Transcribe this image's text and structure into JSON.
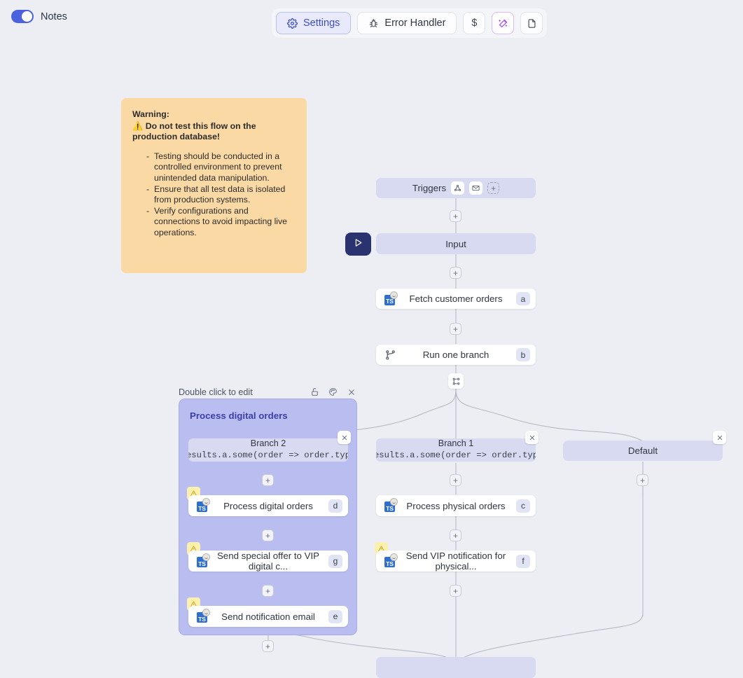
{
  "topbar": {
    "notes_toggle": {
      "label": "Notes",
      "enabled": true,
      "accent": "#4a61e0"
    },
    "buttons": [
      {
        "name": "settings",
        "label": "Settings",
        "icon": "gear-icon",
        "active": true
      },
      {
        "name": "error-handler",
        "label": "Error Handler",
        "icon": "bug-icon",
        "active": false
      },
      {
        "name": "cost",
        "label": "$",
        "icon": "dollar-icon",
        "active": false
      },
      {
        "name": "magic",
        "label": "",
        "icon": "magic-wand-icon",
        "active": false,
        "accent": "#a855f7"
      },
      {
        "name": "docs",
        "label": "",
        "icon": "file-icon",
        "active": false
      }
    ]
  },
  "note": {
    "heading": "Warning:",
    "subheading": "Do not test this flow on the production database!",
    "warning_emoji": "⚠️",
    "bullets": [
      "Testing should be conducted in a controlled environment to prevent unintended data manipulation.",
      "Ensure that all test data is isolated from production systems.",
      "Verify configurations and connections to avoid impacting live operations."
    ],
    "color": "#fbd9a5"
  },
  "flow": {
    "triggers": {
      "label": "Triggers",
      "icons": [
        "webhook-icon",
        "mail-icon"
      ],
      "add_label": "+"
    },
    "input": {
      "label": "Input",
      "run_icon": "play-icon"
    },
    "fetch": {
      "label": "Fetch customer orders",
      "badge": "a",
      "icon": "typescript-icon"
    },
    "run_one_branch": {
      "label": "Run one branch",
      "badge": "b",
      "icon": "branch-icon"
    },
    "group": {
      "hint": "Double click to edit",
      "title": "Process digital orders",
      "header_icons": [
        "lock-icon",
        "palette-icon",
        "close-icon"
      ]
    },
    "branches": [
      {
        "name": "Branch 2",
        "expression": "results.a.some(order => order.type",
        "column": "left",
        "nodes": [
          {
            "label": "Process digital orders",
            "badge": "d",
            "icon": "typescript-icon",
            "warning": true
          },
          {
            "label": "Send special offer to VIP digital c...",
            "badge": "g",
            "icon": "typescript-icon",
            "warning": true
          },
          {
            "label": "Send notification email",
            "badge": "e",
            "icon": "typescript-icon",
            "warning": true
          }
        ]
      },
      {
        "name": "Branch 1",
        "expression": "results.a.some(order => order.type",
        "column": "middle",
        "nodes": [
          {
            "label": "Process physical orders",
            "badge": "c",
            "icon": "typescript-icon",
            "warning": false
          },
          {
            "label": "Send VIP notification for physical...",
            "badge": "f",
            "icon": "typescript-icon",
            "warning": true
          }
        ]
      },
      {
        "name": "Default",
        "expression": "",
        "column": "right",
        "nodes": []
      }
    ],
    "add_label": "+",
    "close_label": "×"
  },
  "colors": {
    "canvas_bg": "#eceef4",
    "node_soft": "#d7daf0",
    "group_bg": "#b9bdf0",
    "accent_blue": "#3b4ccc",
    "warning_yellow": "#fbf0ae"
  }
}
